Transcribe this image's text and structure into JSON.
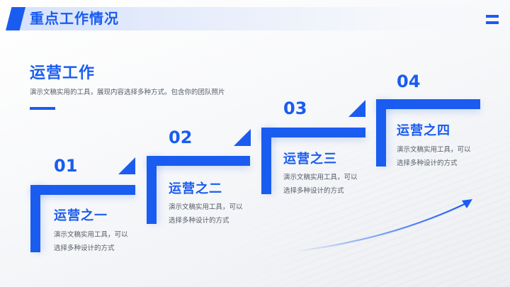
{
  "header": {
    "title": "重点工作情况",
    "menu_icon": "hamburger-menu-icon"
  },
  "section": {
    "title": "运营工作",
    "description": "演示文稿实用的工具，展现内容选择多种方式。包含你的团队照片"
  },
  "steps": [
    {
      "number": "01",
      "title": "运营之一",
      "desc_line1": "演示文稿实用工具，可以",
      "desc_line2": "选择多种设计的方式"
    },
    {
      "number": "02",
      "title": "运营之二",
      "desc_line1": "演示文稿实用工具，可以",
      "desc_line2": "选择多种设计的方式"
    },
    {
      "number": "03",
      "title": "运营之三",
      "desc_line1": "演示文稿实用工具，可以",
      "desc_line2": "选择多种设计的方式"
    },
    {
      "number": "04",
      "title": "运营之四",
      "desc_line1": "演示文稿实用工具，可以",
      "desc_line2": "选择多种设计的方式"
    }
  ],
  "colors": {
    "accent": "#1a5cf0",
    "text_secondary": "#555b66",
    "header_band": "#d6e2fb"
  }
}
